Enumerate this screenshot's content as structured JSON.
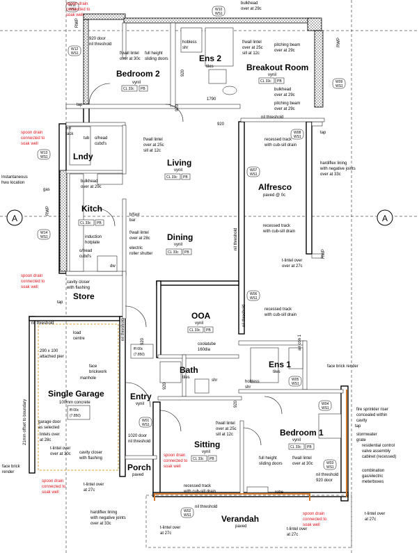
{
  "rooms": {
    "bedroom2": "Bedroom 2",
    "ens2": "Ens 2",
    "breakout": "Breakout Room",
    "lndy": "Lndy",
    "living": "Living",
    "alfresco": "Alfresco",
    "kitch": "Kitch",
    "dining": "Dining",
    "store": "Store",
    "ooa": "OOA",
    "bath": "Bath",
    "ens1": "Ens 1",
    "single_garage": "Single Garage",
    "entry": "Entry",
    "bedroom1": "Bedroom 1",
    "sitting": "Sitting",
    "porch": "Porch",
    "verandah": "Verandah"
  },
  "finishes": {
    "vynil": "vynil",
    "tiles": "tiles",
    "paved": "paved",
    "paved_0c": "paved @ 0c",
    "cl33c": "CL 33c",
    "pb": "PB",
    "ffl_00c_1": "ffl 00c",
    "ffl_level_1": "(7.850)",
    "ffl_00c_2": "ffl 00c",
    "ffl_level_2": "(7.850)",
    "concrete": "100mm concrete"
  },
  "windows": {
    "w11": "W11",
    "w10": "W10",
    "w12": "W12",
    "w09": "W09",
    "w08": "W08",
    "w07": "W07",
    "w13": "W13",
    "w14": "W14",
    "w06": "W06",
    "w05": "W05",
    "w04": "W04",
    "w03": "W03",
    "w02": "W02",
    "w01": "W01",
    "ws1": "WS1"
  },
  "notes": {
    "spoon_drain": "spoon drain",
    "connected": "connected to",
    "soak_well": "soak well",
    "door_920": "920 door",
    "nil_threshold": "nil threshold",
    "bulkhead_29c": "bulkhead",
    "over_29c": "over at 29c",
    "fwall_lintel": "f/wall lintel",
    "over_30c": "over at 30c",
    "full_height": "full height",
    "sliding_doors": "sliding doors",
    "hobless": "hobless",
    "shr": "shr",
    "over_25c": "over at 25c",
    "sill_12c": "sill at 12c",
    "pitching_beam": "pitching beam",
    "dim_920": "920",
    "dim_1790": "1790",
    "rwp": "RWP",
    "tap": "tap",
    "recessed_track": "recessed track",
    "cub_sill": "with cub-sill drain",
    "hardiflex": "hardiflex lining",
    "neg_joints": "with negative joints",
    "over_33c": "over at 33c",
    "instantaneous": "Instantaneous",
    "hwu": "hwu location",
    "gas": "gas",
    "vm": "vm",
    "rack": "rack",
    "tub": "tub",
    "o_head": "o/head",
    "cubds": "cubd's",
    "bulkhead_over": "bulkhead",
    "b_fast": "b/fast",
    "bar": "bar",
    "fwall_28c": "f/wall lintel",
    "over_28c": "over at 28c",
    "induction": "induction",
    "hotplate": "hotplate",
    "electric": "electric",
    "roller": "roller shutter",
    "dw": "dw",
    "tlintel": "t-lintel over",
    "at_27c": "at 27c",
    "over_27c": "over at 27c",
    "cavity_closer": "cavity closer",
    "with_flashing": "with flashing",
    "load_centre": "load",
    "centre": "centre",
    "attached_pier": "290 x 100",
    "attached_pier2": "attached pier",
    "face_brickwork": "face",
    "brickwork": "brickwork",
    "manhole": "manhole",
    "garage_door": "garage door",
    "as_selected": "as selected",
    "lintels_over": "lintels over",
    "at_28c": "at 28c",
    "offset": "21mm offset to boundary",
    "face_brick": "face brick",
    "render": "render",
    "door_1020": "1020 door",
    "coolatube": "coolatube",
    "size_160": "160dia",
    "robe": "robe",
    "fire_sprinkler": "fire sprinkler riser",
    "concealed": "concealed within",
    "cavity": "cavity",
    "stormwater": "stormwater",
    "grate": "grate",
    "residential": "residential control",
    "valve": "valve assembly",
    "cabinet": "cabinet (recessed)",
    "combination": "combination",
    "gas_electric": "gas/electric",
    "meterboxes": "meterboxes",
    "air_con": "air con 1",
    "face_brick_render": "face brick render",
    "dot_a": "A"
  }
}
